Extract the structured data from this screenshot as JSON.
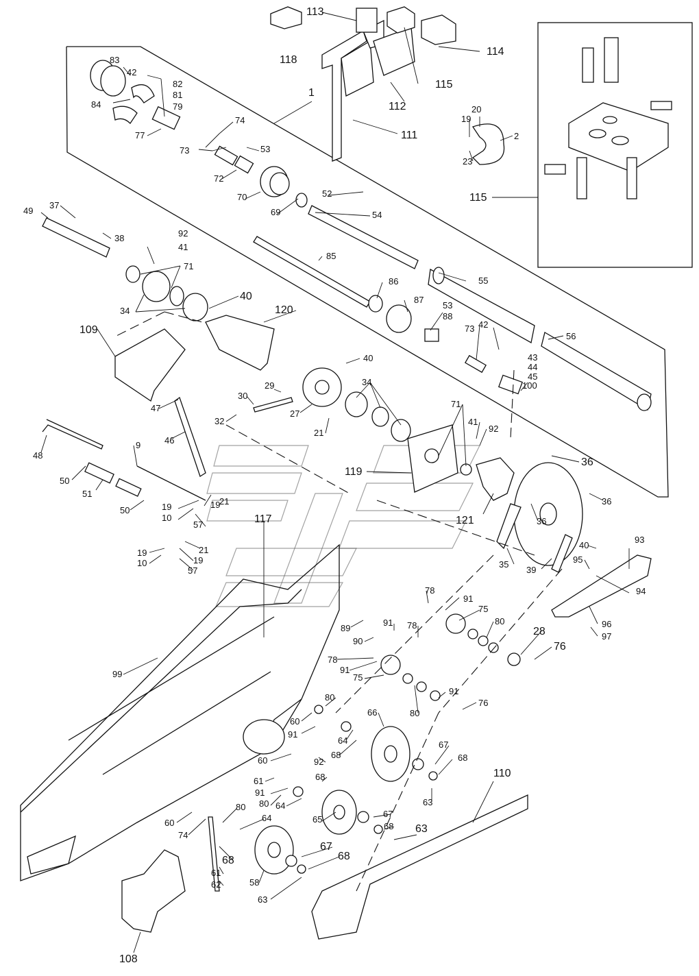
{
  "labels": [
    {
      "t": "113",
      "big": 1
    },
    {
      "t": "118",
      "big": 1
    },
    {
      "t": "114",
      "big": 1
    },
    {
      "t": "115",
      "big": 1
    },
    {
      "t": "112",
      "big": 1
    },
    {
      "t": "111",
      "big": 1
    },
    {
      "t": "115",
      "big": 1
    },
    {
      "t": "1",
      "big": 1
    },
    {
      "t": "2"
    },
    {
      "t": "19"
    },
    {
      "t": "20"
    },
    {
      "t": "23"
    },
    {
      "t": "83"
    },
    {
      "t": "42"
    },
    {
      "t": "82"
    },
    {
      "t": "81"
    },
    {
      "t": "79"
    },
    {
      "t": "84"
    },
    {
      "t": "77"
    },
    {
      "t": "74"
    },
    {
      "t": "73"
    },
    {
      "t": "53"
    },
    {
      "t": "72"
    },
    {
      "t": "70"
    },
    {
      "t": "69"
    },
    {
      "t": "52"
    },
    {
      "t": "54"
    },
    {
      "t": "49"
    },
    {
      "t": "37"
    },
    {
      "t": "38"
    },
    {
      "t": "92"
    },
    {
      "t": "41"
    },
    {
      "t": "71"
    },
    {
      "t": "34"
    },
    {
      "t": "40",
      "big": 1
    },
    {
      "t": "85"
    },
    {
      "t": "86"
    },
    {
      "t": "87"
    },
    {
      "t": "55"
    },
    {
      "t": "53"
    },
    {
      "t": "88"
    },
    {
      "t": "73"
    },
    {
      "t": "42"
    },
    {
      "t": "43"
    },
    {
      "t": "44"
    },
    {
      "t": "45"
    },
    {
      "t": "100"
    },
    {
      "t": "56"
    },
    {
      "t": "109",
      "big": 1
    },
    {
      "t": "120",
      "big": 1
    },
    {
      "t": "40"
    },
    {
      "t": "34"
    },
    {
      "t": "29"
    },
    {
      "t": "30"
    },
    {
      "t": "27"
    },
    {
      "t": "21"
    },
    {
      "t": "32"
    },
    {
      "t": "47"
    },
    {
      "t": "46"
    },
    {
      "t": "71"
    },
    {
      "t": "41"
    },
    {
      "t": "92"
    },
    {
      "t": "119",
      "big": 1
    },
    {
      "t": "121",
      "big": 1
    },
    {
      "t": "36",
      "big": 1
    },
    {
      "t": "36"
    },
    {
      "t": "36"
    },
    {
      "t": "35"
    },
    {
      "t": "39"
    },
    {
      "t": "9"
    },
    {
      "t": "48"
    },
    {
      "t": "50"
    },
    {
      "t": "51"
    },
    {
      "t": "50"
    },
    {
      "t": "19"
    },
    {
      "t": "10"
    },
    {
      "t": "19"
    },
    {
      "t": "21"
    },
    {
      "t": "57"
    },
    {
      "t": "19"
    },
    {
      "t": "10"
    },
    {
      "t": "21"
    },
    {
      "t": "19"
    },
    {
      "t": "57"
    },
    {
      "t": "117",
      "big": 1
    },
    {
      "t": "93"
    },
    {
      "t": "40"
    },
    {
      "t": "95"
    },
    {
      "t": "94"
    },
    {
      "t": "96"
    },
    {
      "t": "97"
    },
    {
      "t": "78"
    },
    {
      "t": "91"
    },
    {
      "t": "75"
    },
    {
      "t": "89"
    },
    {
      "t": "91"
    },
    {
      "t": "78"
    },
    {
      "t": "90"
    },
    {
      "t": "80"
    },
    {
      "t": "28",
      "big": 1
    },
    {
      "t": "76",
      "big": 1
    },
    {
      "t": "78"
    },
    {
      "t": "91"
    },
    {
      "t": "75"
    },
    {
      "t": "80"
    },
    {
      "t": "91"
    },
    {
      "t": "76"
    },
    {
      "t": "99"
    },
    {
      "t": "80"
    },
    {
      "t": "60"
    },
    {
      "t": "91"
    },
    {
      "t": "64"
    },
    {
      "t": "66"
    },
    {
      "t": "68"
    },
    {
      "t": "67"
    },
    {
      "t": "68"
    },
    {
      "t": "63"
    },
    {
      "t": "60"
    },
    {
      "t": "92"
    },
    {
      "t": "68"
    },
    {
      "t": "61"
    },
    {
      "t": "91"
    },
    {
      "t": "80"
    },
    {
      "t": "64"
    },
    {
      "t": "110",
      "big": 1
    },
    {
      "t": "60"
    },
    {
      "t": "74"
    },
    {
      "t": "80"
    },
    {
      "t": "64"
    },
    {
      "t": "65"
    },
    {
      "t": "67"
    },
    {
      "t": "68"
    },
    {
      "t": "63",
      "big": 1
    },
    {
      "t": "68",
      "big": 1
    },
    {
      "t": "67",
      "big": 1
    },
    {
      "t": "68",
      "big": 1
    },
    {
      "t": "58"
    },
    {
      "t": "61"
    },
    {
      "t": "62"
    },
    {
      "t": "63"
    },
    {
      "t": "108",
      "big": 1
    }
  ]
}
